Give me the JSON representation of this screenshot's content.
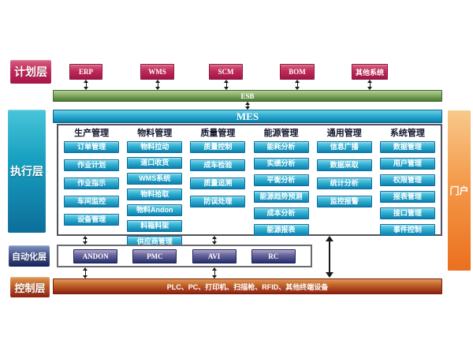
{
  "layers": {
    "plan": {
      "label": "计划层"
    },
    "exec": {
      "label": "执行层"
    },
    "auto": {
      "label": "自动化层"
    },
    "ctrl": {
      "label": "控制层"
    }
  },
  "plan_systems": [
    "ERP",
    "WMS",
    "SCM",
    "BOM",
    "其他系统"
  ],
  "esb": {
    "label": "ESB"
  },
  "mes": {
    "label": "MES",
    "columns": [
      {
        "title": "生产管理",
        "items": [
          "订单管理",
          "作业计划",
          "作业指示",
          "车间监控",
          "设备管理"
        ]
      },
      {
        "title": "物料管理",
        "items": [
          "物料拉动",
          "道口收货",
          "WMS系统",
          "物料拾取",
          "物料Andon",
          "料箱料架",
          "供应商管理"
        ]
      },
      {
        "title": "质量管理",
        "items": [
          "质量控制",
          "成车检验",
          "质量追溯",
          "防误处理"
        ]
      },
      {
        "title": "能源管理",
        "items": [
          "能耗分析",
          "实绩分析",
          "平衡分析",
          "能源趋势预测",
          "成本分析",
          "能源报表"
        ]
      },
      {
        "title": "通用管理",
        "items": [
          "信息广播",
          "数据采取",
          "统计分析",
          "监控报警"
        ]
      },
      {
        "title": "系统管理",
        "items": [
          "数据管理",
          "用户管理",
          "权限管理",
          "报表管理",
          "接口管理",
          "事件控制"
        ]
      }
    ]
  },
  "automation": {
    "items": [
      "ANDON",
      "PMC",
      "AVI",
      "RC"
    ]
  },
  "control": {
    "label": "PLC、PC、打印机、扫描枪、RFID、其他终端设备"
  },
  "portal": {
    "label": "门户"
  },
  "colors": {
    "plan_crimson": "#b72355",
    "esb_green": "#5c8a3d",
    "mes_blue": "#0f86b2",
    "exec_teal": "#128bb4",
    "automation_navy": "#25306e",
    "control_red": "#962512",
    "portal_orange": "#ee7a26"
  }
}
